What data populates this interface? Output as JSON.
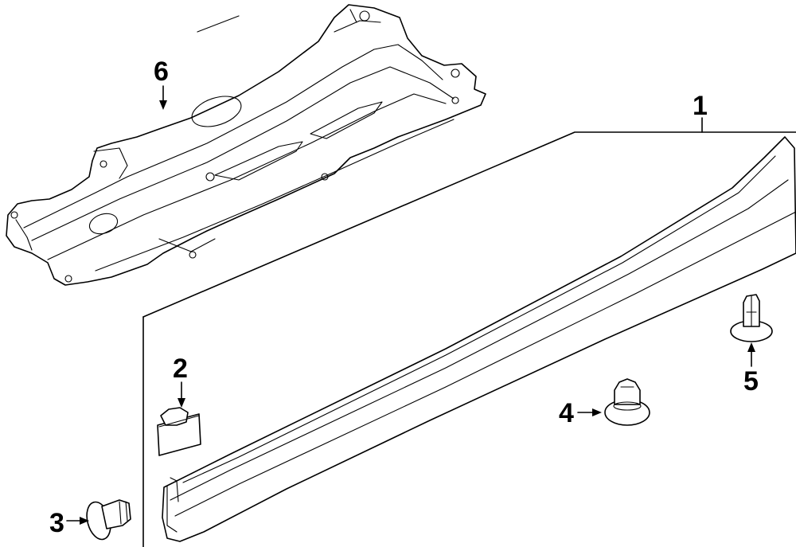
{
  "callouts": {
    "part1": "1",
    "part2": "2",
    "part3": "3",
    "part4": "4",
    "part5": "5",
    "part6": "6"
  },
  "colors": {
    "line": "#000000",
    "background": "#ffffff"
  }
}
